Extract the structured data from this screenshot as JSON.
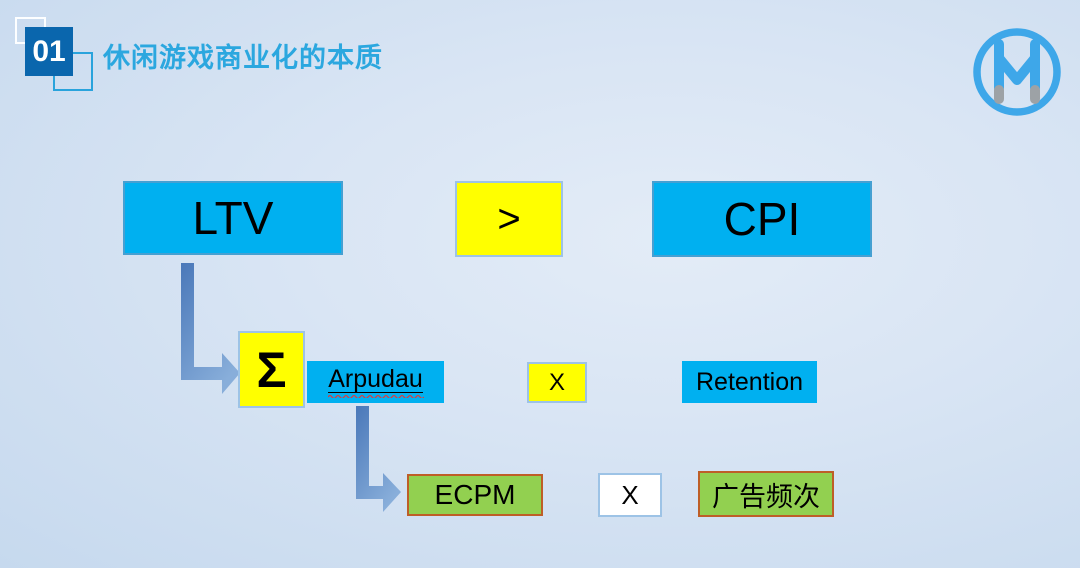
{
  "header": {
    "badge": "01",
    "title": "休闲游戏商业化的本质"
  },
  "logo": {
    "icon": "w-circle-logo"
  },
  "formula": {
    "ltv": "LTV",
    "greater_than": ">",
    "cpi": "CPI",
    "sigma": "Σ",
    "arpudau": "Arpudau",
    "times_mid": "X",
    "retention": "Retention",
    "ecpm": "ECPM",
    "times_bottom": "X",
    "ad_frequency": "广告频次"
  },
  "colors": {
    "box_blue": "#00B0F0",
    "box_yellow": "#FFFF00",
    "box_green": "#92D050",
    "green_box_border": "#BE5E27",
    "light_box_border": "#9DC3E6",
    "badge_blue": "#0A66AD",
    "title_blue": "#2BA7DF",
    "arrow_dark": "#4A78B9",
    "arrow_light": "#88AEDA",
    "logo_blue": "#3EA7E9",
    "logo_gray": "#9DA2A6",
    "background_light": "#E3ECF7",
    "background_dark": "#C6D9EE"
  }
}
